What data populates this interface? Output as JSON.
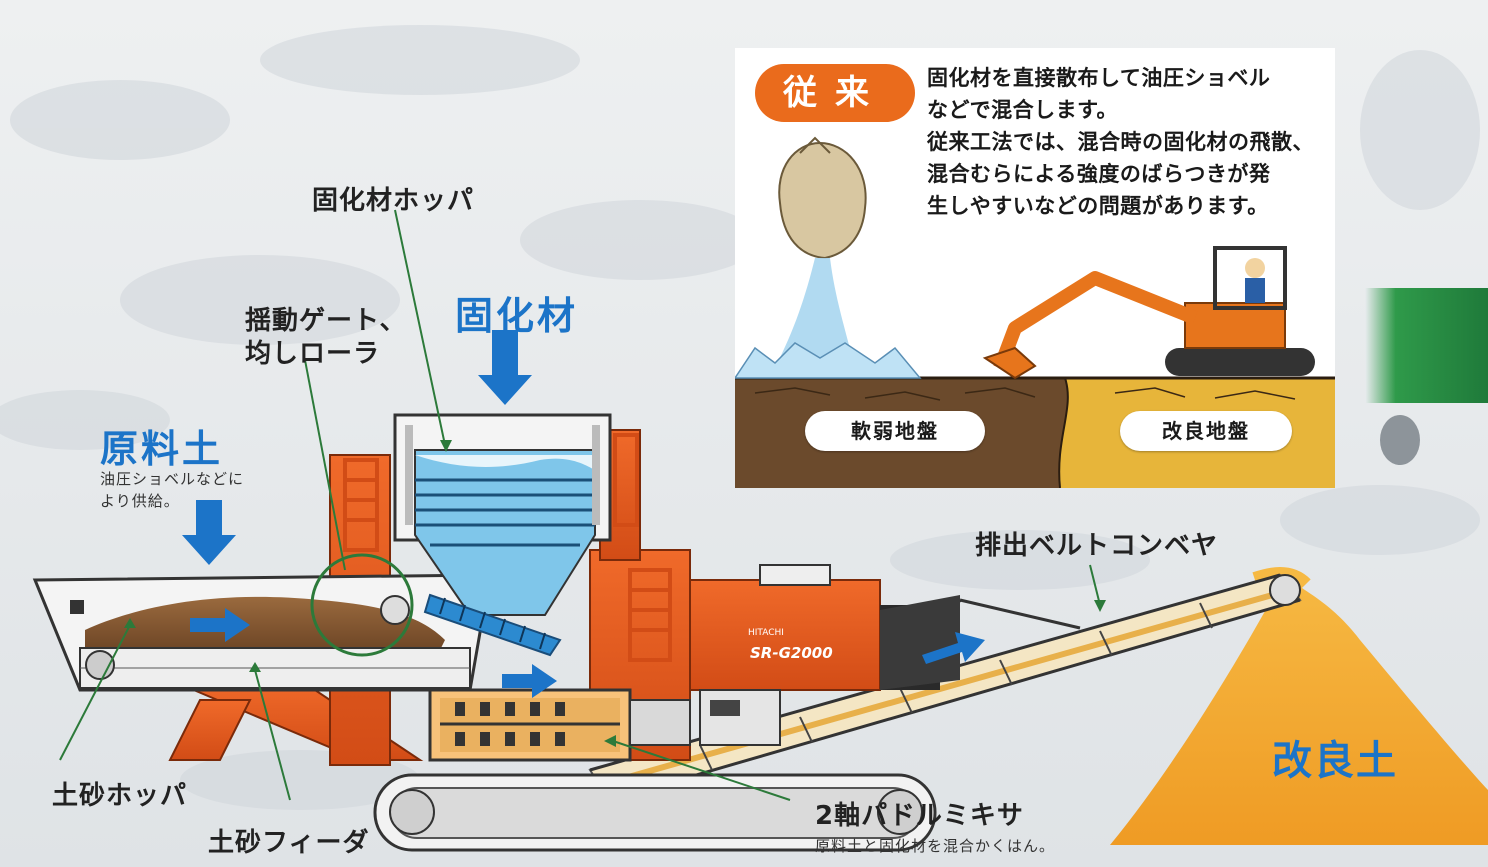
{
  "colors": {
    "machine_orange": "#e8561e",
    "accent_blue": "#1c74c8",
    "callout_green": "#2c7a3a",
    "badge_orange": "#ea6b1c",
    "soft_ground": "#6b4a2c",
    "improved_ground": "#e7b53a",
    "improved_soil_pile": "#f1a52d"
  },
  "inset": {
    "badge": "従来",
    "lines": [
      "固化材を直接散布して油圧ショベル",
      "などで混合します。",
      "従来工法では、混合時の固化材の飛散、",
      "混合むらによる強度のばらつきが発",
      "生しやすいなどの問題があります。"
    ],
    "soft_ground_label": "軟弱地盤",
    "improved_ground_label": "改良地盤"
  },
  "labels": {
    "hardener_hopper": "固化材ホッパ",
    "gate_line1": "揺動ゲート、",
    "gate_line2": "均しローラ",
    "hardener": "固化材",
    "raw_soil": "原料土",
    "raw_soil_note_line1": "油圧ショベルなどに",
    "raw_soil_note_line2": "より供給。",
    "discharge_conveyor": "排出ベルトコンベヤ",
    "earth_hopper": "土砂ホッパ",
    "earth_feeder": "土砂フィーダ",
    "twin_mixer": "2軸パドルミキサ",
    "twin_mixer_note": "原料土と固化材を混合かくはん。",
    "improved_soil": "改良土",
    "machine_model": "SR-G2000",
    "maker_mark": "HITACHI"
  }
}
